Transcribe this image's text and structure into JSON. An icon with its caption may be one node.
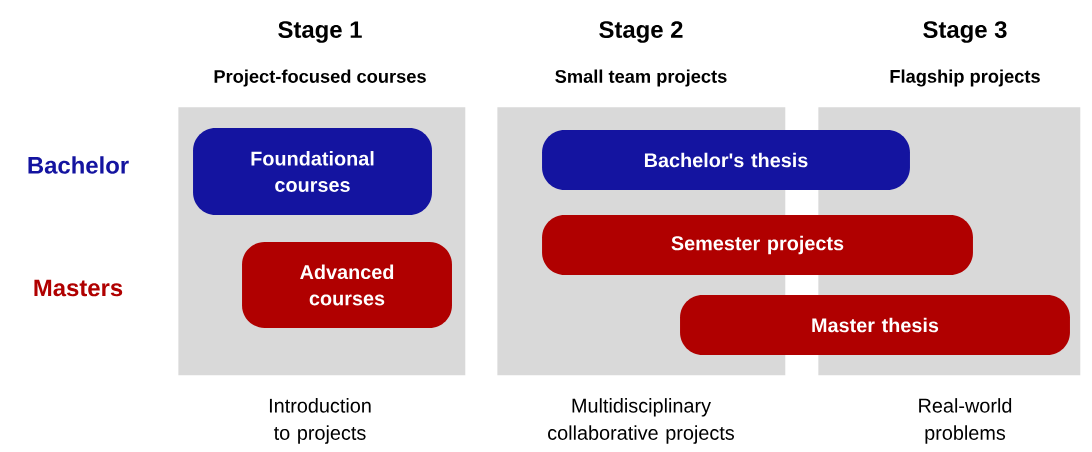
{
  "diagram": {
    "nodes": [
      {
        "text": [
          "Stage 1",
          "Project-focused courses"
        ],
        "beside": [
          "Introduction to projects"
        ]
      },
      {
        "text": [
          "Stage 2",
          "Small team projects"
        ],
        "beside": [
          "Multidisciplinary collaborative projects"
        ]
      },
      {
        "text": [
          "Stage 3",
          "Flagship projects"
        ],
        "beside": [
          "Real-world problems"
        ]
      },
      {
        "text": [
          "Foundational courses"
        ],
        "in": 0
      },
      {
        "text": [
          "Advanced courses"
        ],
        "in": 0
      },
      {
        "text": [
          "Bachelor's thesis"
        ]
      },
      {
        "text": [
          "Semester projects"
        ]
      },
      {
        "text": [
          "Master thesis"
        ]
      }
    ],
    "edges": [],
    "labels": [
      "Bachelor",
      "Masters"
    ]
  }
}
